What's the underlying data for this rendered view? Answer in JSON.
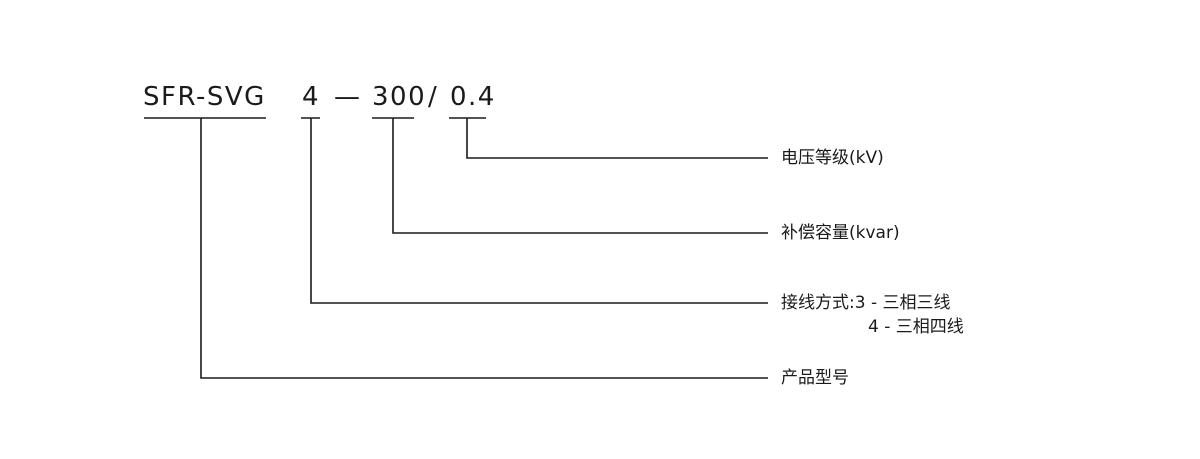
{
  "model_code": {
    "series": "SFR-SVG",
    "wiring": "4",
    "dash": "—",
    "capacity": "300",
    "slash": "/",
    "voltage": "0.4"
  },
  "labels": {
    "voltage": "电压等级(kV)",
    "capacity": "补偿容量(kvar)",
    "wiring_line1": "接线方式:3 - 三相三线",
    "wiring_line2": "4 - 三相四线",
    "series": "产品型号"
  }
}
